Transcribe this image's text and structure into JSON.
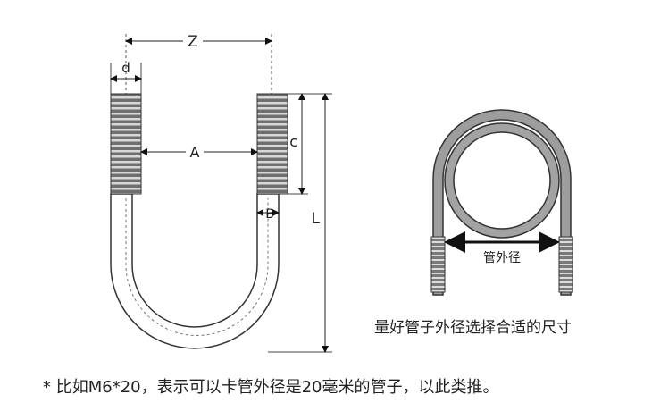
{
  "labels": {
    "z": "Z",
    "d": "d",
    "a": "A",
    "c": "c",
    "b": "B",
    "l": "L",
    "pipe_od": "管外径"
  },
  "caption": "量好管子外径选择合适的尺寸",
  "footnote": "* 比如M6*20，表示可以卡管外径是20毫米的管子，以此类推。"
}
